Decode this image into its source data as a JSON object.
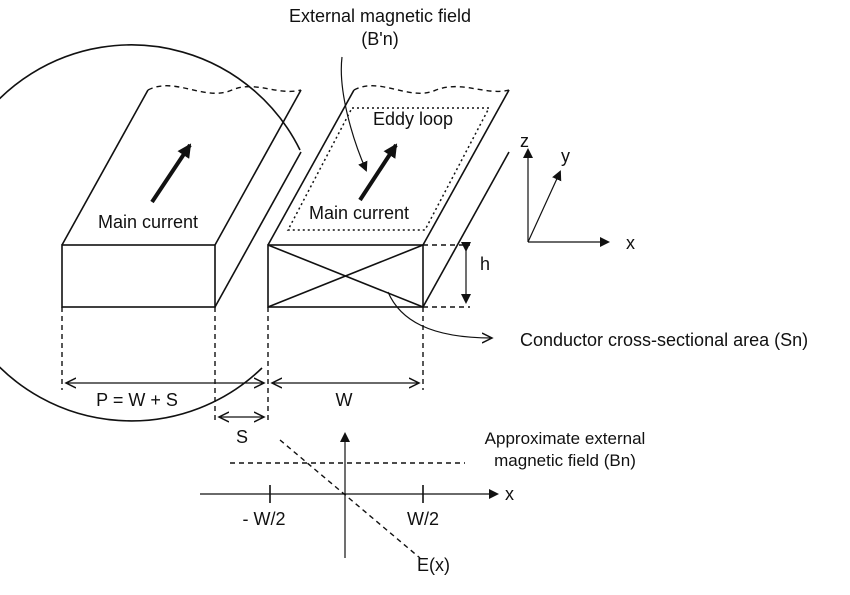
{
  "labels": {
    "ext_field_title": "External magnetic field",
    "ext_field_symbol": "(B'n)",
    "eddy_loop": "Eddy loop",
    "main_current_left": "Main current",
    "main_current_right": "Main current",
    "axis_z": "z",
    "axis_y": "y",
    "axis_x": "x",
    "height": "h",
    "cross_section": "Conductor cross-sectional area (Sn)",
    "pitch": "P = W + S",
    "width": "W",
    "spacing": "S",
    "approx_field_line1": "Approximate external",
    "approx_field_line2": "magnetic field (Bn)",
    "graph_x": "x",
    "neg_half_width": "- W/2",
    "pos_half_width": "W/2",
    "efield": "E(x)"
  }
}
